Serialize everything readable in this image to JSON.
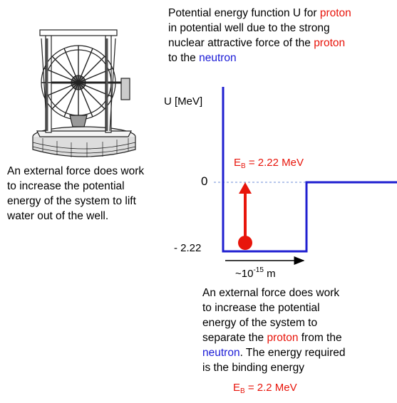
{
  "caption_top": {
    "line1_a": "Potential energy function U for ",
    "line1_b": "proton",
    "line2": "in potential well due to the strong",
    "line3_a": "nuclear attractive force of the ",
    "line3_b": "proton",
    "line4_a": "to the ",
    "line4_b": "neutron"
  },
  "caption_left": {
    "line1": "An external force does work",
    "line2": "to increase the potential",
    "line3": "energy of the system to lift",
    "line4": "water out of the well."
  },
  "caption_bottom": {
    "line1": "An external force does work",
    "line2": "to increase the potential",
    "line3": "energy of the system to",
    "line4_a": "separate the ",
    "line4_b": "proton",
    "line4_c": " from the",
    "line5_a": "neutron",
    "line5_b": ". The energy required",
    "line6": "is the binding energy"
  },
  "axis": {
    "y_label": "U  [MeV]",
    "zero_label": "0",
    "min_label": "- 2.22",
    "width_prefix": "~10",
    "width_exp": "-15",
    "width_unit": " m"
  },
  "binding_label": {
    "E": "E",
    "sub": "B",
    "value": " = 2.22 MeV"
  },
  "binding_bottom": {
    "E": "E",
    "sub": "B",
    "value": " = 2.2 MeV"
  },
  "well": {
    "depth_MeV": -2.22,
    "zero_MeV": 0,
    "width_m": "1e-15"
  },
  "colors": {
    "proton": "#e8150b",
    "neutron": "#1a1ad6",
    "well_line": "#1f1fd0",
    "arrow": "#e8150b",
    "zero_dash": "#6f8fd8"
  },
  "icons": {
    "illustration": "well-water-wheel-icon",
    "proton_dot": "proton-dot-icon"
  }
}
